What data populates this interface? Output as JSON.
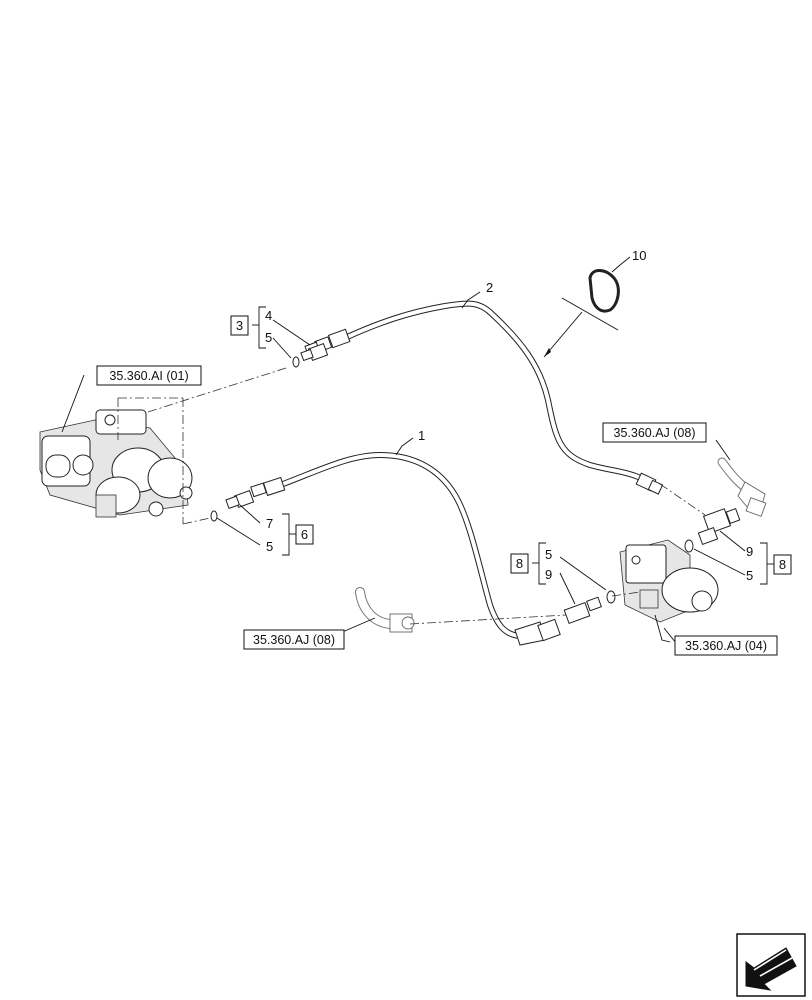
{
  "callouts": {
    "hose_1": "1",
    "hose_2": "2",
    "fitting_4": "4",
    "oring_5_top": "5",
    "fitting_7": "7",
    "oring_5_left": "5",
    "oring_5_mid": "5",
    "fitting_9_mid": "9",
    "fitting_9_right": "9",
    "oring_5_right": "5",
    "ring_10": "10"
  },
  "kits": {
    "kit_3": "3",
    "kit_6": "6",
    "kit_8_mid": "8",
    "kit_8_right": "8"
  },
  "references": {
    "valve_block": "35.360.AI (01)",
    "hose_upper_right": "35.360.AJ (08)",
    "hose_lower_left": "35.360.AJ (08)",
    "solenoid_valve": "35.360.AJ (04)"
  },
  "icons": {
    "nav_arrow": "direction-arrow-icon"
  }
}
